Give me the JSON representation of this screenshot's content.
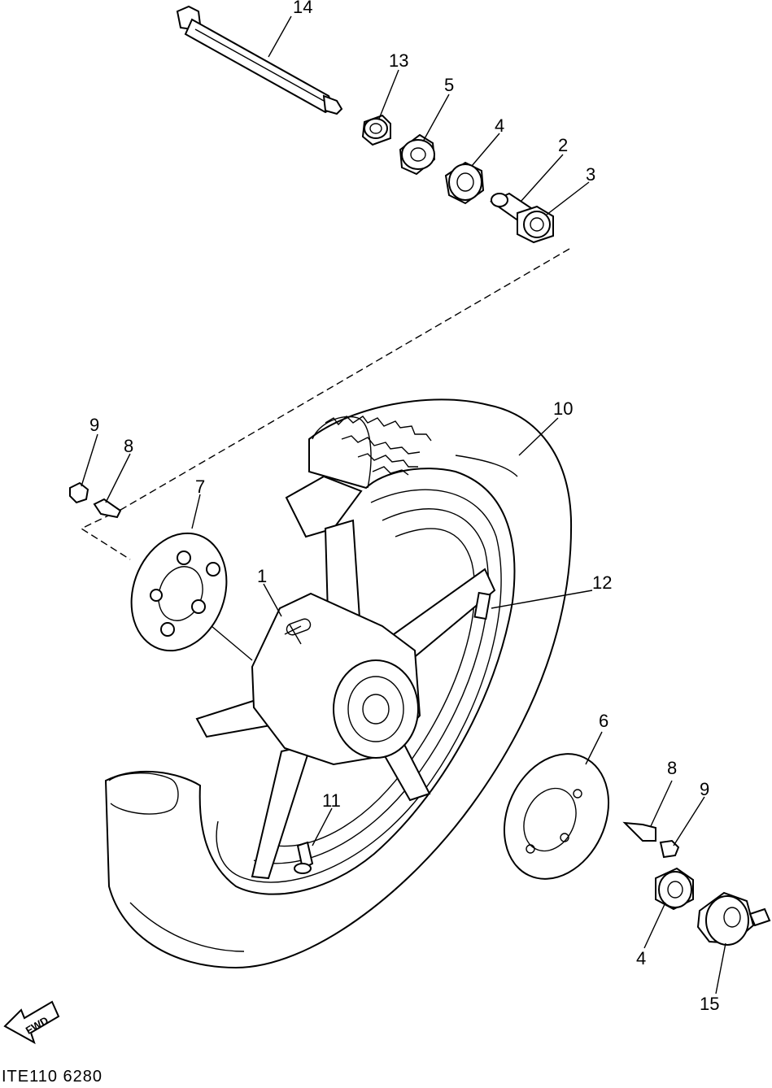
{
  "labels": {
    "p1": "1",
    "p2": "2",
    "p3": "3",
    "p4a": "4",
    "p4b": "4",
    "p5": "5",
    "p6": "6",
    "p7": "7",
    "p8a": "8",
    "p8b": "8",
    "p9a": "9",
    "p9b": "9",
    "p10": "10",
    "p11": "11",
    "p12": "12",
    "p13": "13",
    "p14": "14",
    "p15": "15"
  },
  "fwd_label": "FWD",
  "drawing_code": "ITE110 6280"
}
